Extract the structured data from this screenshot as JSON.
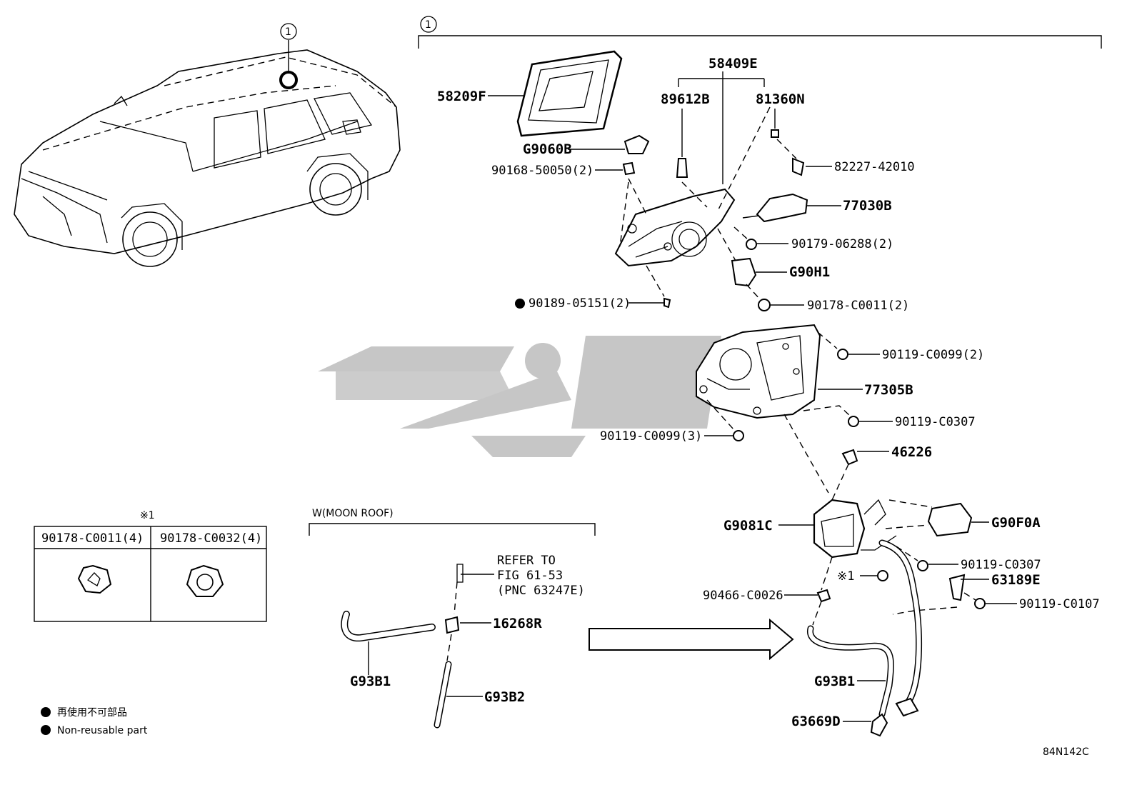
{
  "ref_marker": "1",
  "group_ref_marker": "1",
  "parts": {
    "fuel_lid": "58209F",
    "hinge_assy": "58409E",
    "lid_stopper": "89612B",
    "wiring": "81360N",
    "connector_clamp": "82227-42010",
    "lid_opener": "77030B",
    "screw_a": "90179-06288(2)",
    "bumper": "G9060B",
    "bolt_a": "90168-50050(2)",
    "switch": "G90H1",
    "clip_b": "90178-C0011(2)",
    "clip_non_reusable": "90189-05151(2)",
    "bolt_b": "90119-C0099(2)",
    "bracket": "77305B",
    "bolt_c": "90119-C0307",
    "bolt_d": "90119-C0099(3)",
    "wire_clamp": "46226",
    "actuator": "G9081C",
    "module": "G90F0A",
    "bolt_e": "90119-C0307",
    "ref_note1": "※1",
    "plate": "63189E",
    "nut": "90466-C0026",
    "bolt_f": "90119-C0107",
    "hose_main": "G93B1",
    "grommet": "63669D"
  },
  "moon_roof": {
    "title": "W(MOON ROOF)",
    "refer_line1": "REFER TO",
    "refer_line2": "FIG 61-53",
    "refer_line3": "(PNC 63247E)",
    "joint": "16268R",
    "hose_a": "G93B1",
    "hose_b": "G93B2"
  },
  "table": {
    "note": "※1",
    "col1": "90178-C0011(4)",
    "col2": "90178-C0032(4)"
  },
  "legend": {
    "jp": "再使用不可部品",
    "en": "Non-reusable part"
  },
  "fig_code": "84N142C"
}
